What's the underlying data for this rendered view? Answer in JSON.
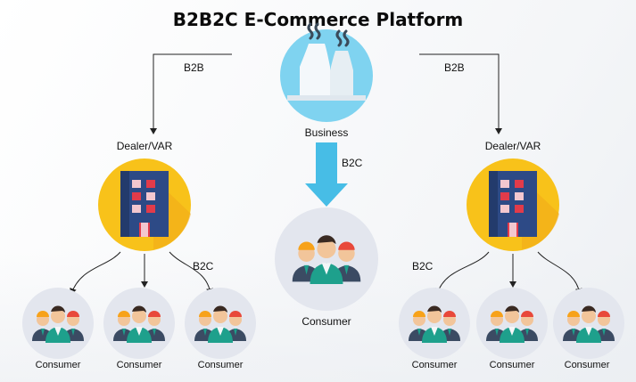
{
  "title": "B2B2C E-Commerce Platform",
  "business": {
    "label": "Business"
  },
  "edges": {
    "b2b_left": "B2B",
    "b2b_right": "B2B",
    "b2c_center": "B2C",
    "b2c_left": "B2C",
    "b2c_right": "B2C"
  },
  "dealers": [
    {
      "label": "Dealer/VAR"
    },
    {
      "label": "Dealer/VAR"
    }
  ],
  "center_consumer": {
    "label": "Consumer"
  },
  "consumers_left": [
    {
      "label": "Consumer"
    },
    {
      "label": "Consumer"
    },
    {
      "label": "Consumer"
    }
  ],
  "consumers_right": [
    {
      "label": "Consumer"
    },
    {
      "label": "Consumer"
    },
    {
      "label": "Consumer"
    }
  ],
  "colors": {
    "factory_circle": "#7fd3f0",
    "dealer_circle": "#f8c21a",
    "building": "#2d4a86",
    "window": "#e23b4a",
    "b2c_arrow": "#47bde6",
    "consumer_circle": "#e3e6ee"
  },
  "icons": {
    "business": "factory-icon",
    "dealer": "building-icon",
    "consumer": "people-group-icon"
  }
}
